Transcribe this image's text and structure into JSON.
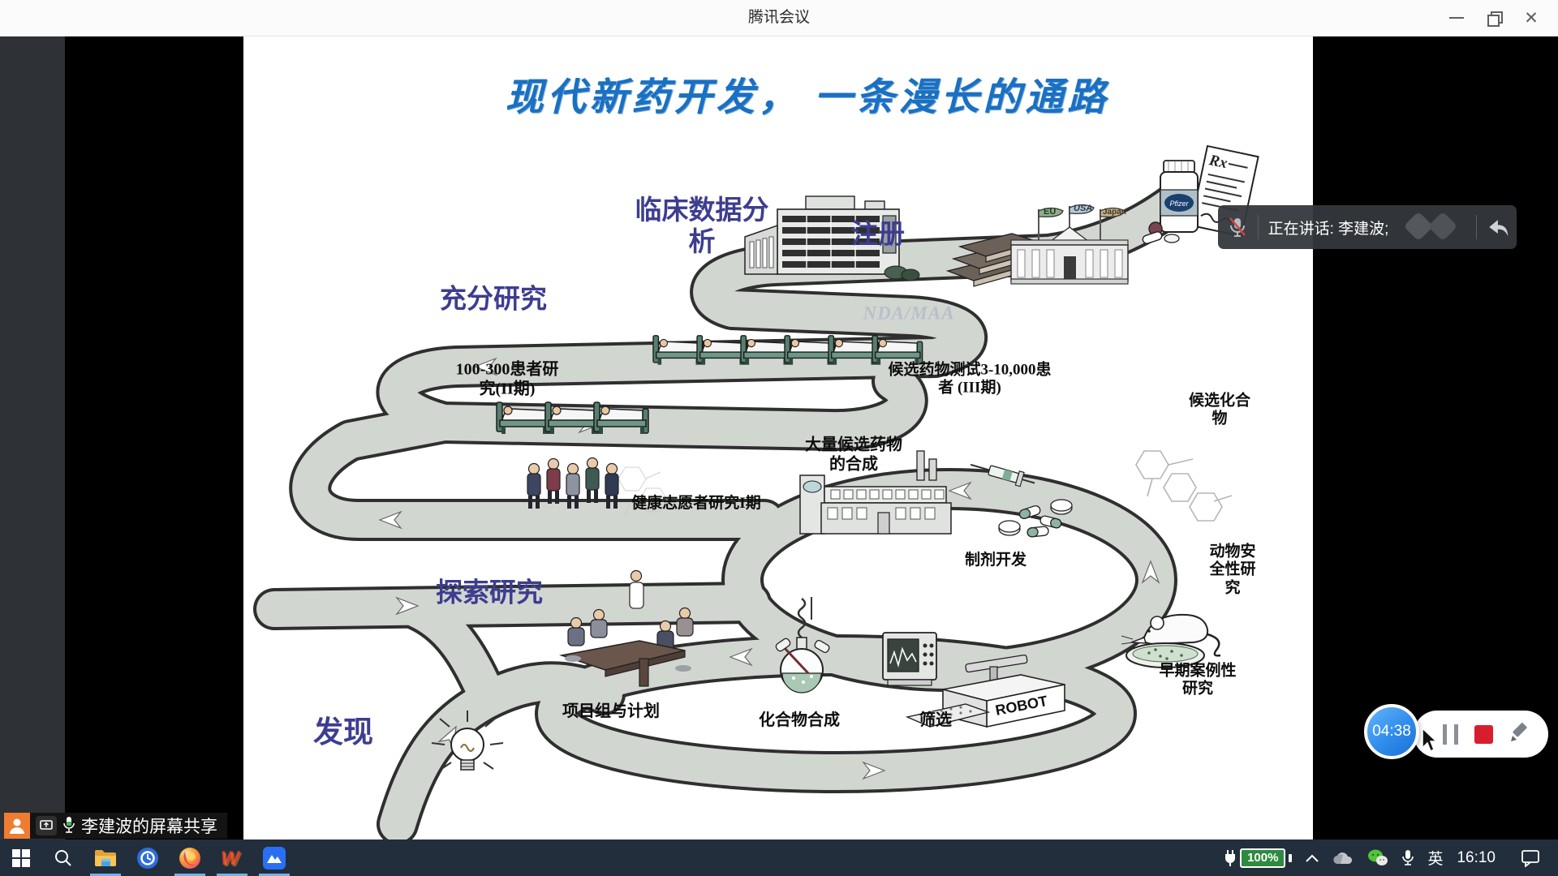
{
  "window": {
    "title": "腾讯会议"
  },
  "slide": {
    "title": "现代新药开发， 一条漫长的通路",
    "labels": {
      "clinical_analysis": "临床数据分\n析",
      "register": "注册",
      "full_research": "充分研究",
      "explore_research": "探索研究",
      "discovery": "发现",
      "patients_ii": "100-300患者研\n究(II期)",
      "candidates_iii": "候选药物测试3-10,000患\n者 (III期)",
      "candidate_compound": "候选化合\n物",
      "bulk_synthesis": "大量候选药物\n的合成",
      "healthy_volunteers": "健康志愿者研究I期",
      "formulation": "制剂开发",
      "animal_safety": "动物安\n全性研\n究",
      "early_case": "早期案例性\n研究",
      "project_team": "项目组与计划",
      "compound_synthesis": "化合物合成",
      "screening": "筛选",
      "nda_maa": "NDA/MAA",
      "robot": "ROBOT",
      "flag_eu": "EU",
      "flag_usa": "USA",
      "flag_japan": "Japan",
      "rx": "Rx",
      "pfizer": "Pfizer"
    }
  },
  "overlays": {
    "speaking_toast": {
      "text": "正在讲话: 李建波;"
    },
    "recorder": {
      "time": "04:38"
    },
    "sharer_banner": {
      "text": "李建波的屏幕共享"
    }
  },
  "taskbar": {
    "battery": "100%",
    "input_method": "英",
    "clock": "16:10"
  },
  "colors": {
    "accent_blue": "#2a6ff3",
    "record_red": "#d81e2e",
    "battery_green": "#2d8a3e",
    "road_gray": "#d2d6d0",
    "title_blue": "#1a70c2",
    "header_navy": "#3d3d90"
  }
}
